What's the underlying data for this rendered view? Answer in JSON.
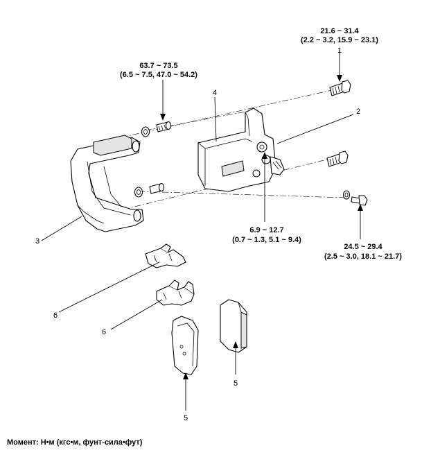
{
  "torque_specs": {
    "top_right": {
      "line1": "21.6 ~ 31.4",
      "line2": "(2.2 ~ 3.2, 15.9 ~ 23.1)"
    },
    "top_left": {
      "line1": "63.7 ~ 73.5",
      "line2": "(6.5 ~ 7.5, 47.0 ~ 54.2)"
    },
    "center": {
      "line1": "6.9 ~ 12.7",
      "line2": "(0.7 ~ 1.3, 5.1 ~ 9.4)"
    },
    "right": {
      "line1": "24.5 ~ 29.4",
      "line2": "(2.5 ~ 3.0, 18.1 ~ 21.7)"
    }
  },
  "callouts": {
    "c1": "1",
    "c2": "2",
    "c3": "3",
    "c4": "4",
    "c5a": "5",
    "c5b": "5",
    "c6a": "6",
    "c6b": "6"
  },
  "footer": {
    "units": "Момент: Н•м (кгс•м, фунт-сила•фут)"
  }
}
